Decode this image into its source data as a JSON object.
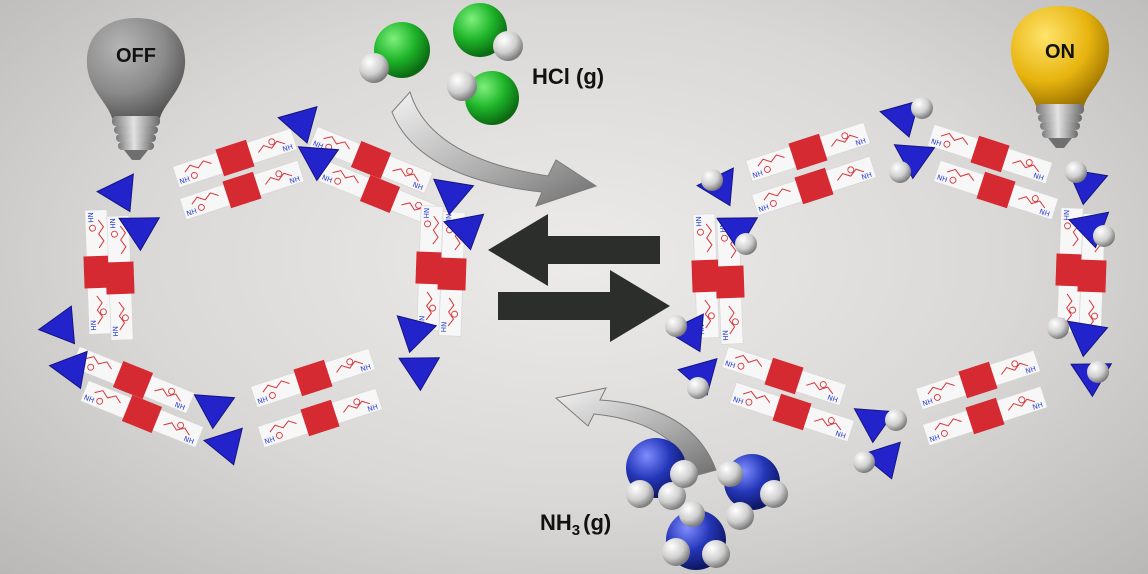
{
  "bulb_off": {
    "label": "OFF",
    "glass_color": "#8a8a8a"
  },
  "bulb_on": {
    "label": "ON",
    "glass_color": "#e7b40f"
  },
  "gas_hcl": {
    "label": "HCl (g)"
  },
  "gas_nh3": {
    "label_main": "NH",
    "label_sub": "3",
    "label_tail": "(g)"
  },
  "linker": {
    "amine_label": "NH"
  },
  "colors": {
    "node_blue": "#2323cc",
    "core_red": "#d62a32",
    "linker_white": "#f7f7f7",
    "arrow_dark": "#2b2e2b",
    "chlorine_green": "#1fb52a",
    "nitrogen_blue": "#2436b8",
    "hydrogen_grey": "#d9d9d9"
  }
}
